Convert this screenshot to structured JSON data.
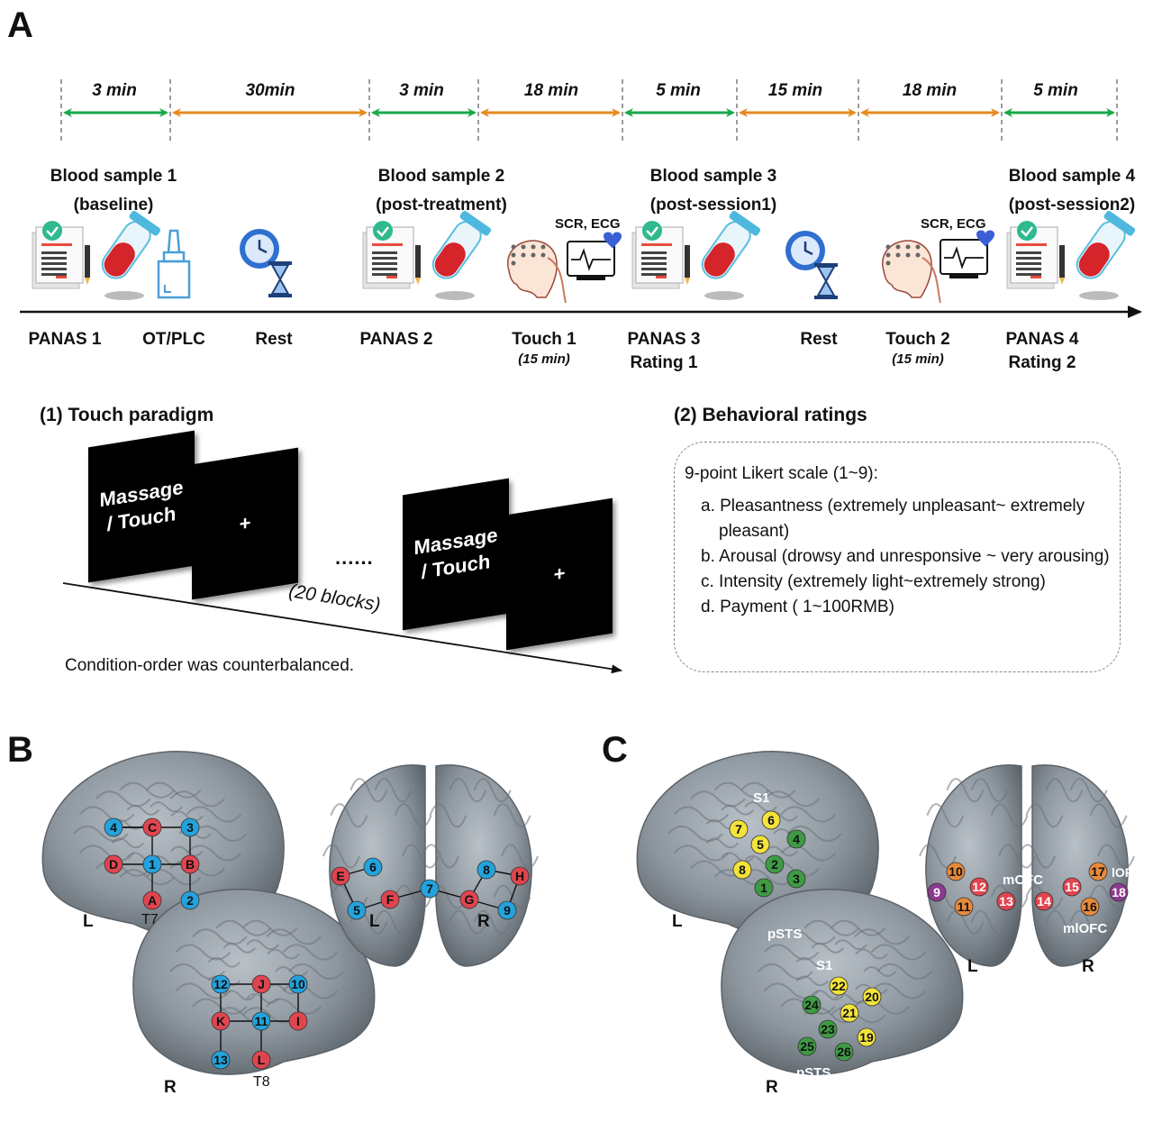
{
  "panelA": {
    "letter": "A",
    "durations": [
      {
        "label": "3 min",
        "color": "#1aa84a"
      },
      {
        "label": "30min",
        "color": "#e58a20"
      },
      {
        "label": "3 min",
        "color": "#1aa84a"
      },
      {
        "label": "18 min",
        "color": "#e58a20"
      },
      {
        "label": "5 min",
        "color": "#1aa84a"
      },
      {
        "label": "15 min",
        "color": "#e58a20"
      },
      {
        "label": "18 min",
        "color": "#e58a20"
      },
      {
        "label": "5 min",
        "color": "#1aa84a"
      }
    ],
    "samples": [
      {
        "line1": "Blood sample 1",
        "line2": "(baseline)"
      },
      {
        "line1": "Blood sample 2",
        "line2": "(post-treatment)"
      },
      {
        "line1": "Blood sample 3",
        "line2": "(post-session1)"
      },
      {
        "line1": "Blood sample 4",
        "line2": "(post-session2)"
      }
    ],
    "scr_label": "SCR, ECG",
    "stages": [
      {
        "label": "PANAS 1",
        "sub": ""
      },
      {
        "label": "OT/PLC",
        "sub": ""
      },
      {
        "label": "Rest",
        "sub": ""
      },
      {
        "label": "PANAS 2",
        "sub": ""
      },
      {
        "label": "Touch 1",
        "sub": "(15 min)"
      },
      {
        "label": "PANAS 3",
        "label2": "Rating 1",
        "sub": ""
      },
      {
        "label": "Rest",
        "sub": ""
      },
      {
        "label": "Touch 2",
        "sub": "(15 min)"
      },
      {
        "label": "PANAS 4",
        "label2": "Rating 2",
        "sub": ""
      }
    ],
    "touch": {
      "title": "(1) Touch paradigm",
      "screen_line1": "Massage",
      "screen_line2": "/ Touch",
      "fixation": "+",
      "ellipsis": "......",
      "blocks": "(20 blocks)",
      "note": "Condition-order was counterbalanced."
    },
    "ratings": {
      "title": "(2) Behavioral ratings",
      "scale": "9-point Likert scale (1~9):",
      "items": [
        "a. Pleasantness (extremely unpleasant~ extremely pleasant)",
        "b. Arousal (drowsy and unresponsive ~ very arousing)",
        "c. Intensity (extremely light~extremely strong)",
        "d. Payment ( 1~100RMB)"
      ]
    }
  },
  "panelB": {
    "letter": "B",
    "left_label": "L",
    "right_label": "R",
    "front_left": "L",
    "front_right": "R",
    "t7": "T7",
    "t8": "T8",
    "left_nodes": [
      "4",
      "C",
      "3",
      "D",
      "1",
      "B",
      "A",
      "2"
    ],
    "front_nodes": [
      "E",
      "6",
      "8",
      "H",
      "5",
      "F",
      "7",
      "G",
      "9"
    ],
    "right_nodes": [
      "12",
      "J",
      "10",
      "K",
      "11",
      "I",
      "13",
      "L"
    ],
    "colors": {
      "red": "#e0454f",
      "blue": "#23a3dd"
    }
  },
  "panelC": {
    "letter": "C",
    "left_label": "L",
    "right_label": "R",
    "front_left": "L",
    "front_right": "R",
    "s1": "S1",
    "psts": "pSTS",
    "mofc": "mOFC",
    "lofc": "lOFC",
    "mlofc": "mlOFC",
    "left_nodes": [
      "7",
      "6",
      "5",
      "4",
      "8",
      "2",
      "1",
      "3"
    ],
    "front_nodes": [
      "10",
      "12",
      "17",
      "9",
      "13",
      "14",
      "15",
      "18",
      "11",
      "16"
    ],
    "right_nodes": [
      "22",
      "20",
      "24",
      "21",
      "23",
      "19",
      "25",
      "26"
    ],
    "colors": {
      "yellow": "#f3e33a",
      "green": "#3f9b43",
      "orange": "#e88a3a",
      "purple": "#8b3a8e",
      "red": "#e0454f"
    }
  }
}
